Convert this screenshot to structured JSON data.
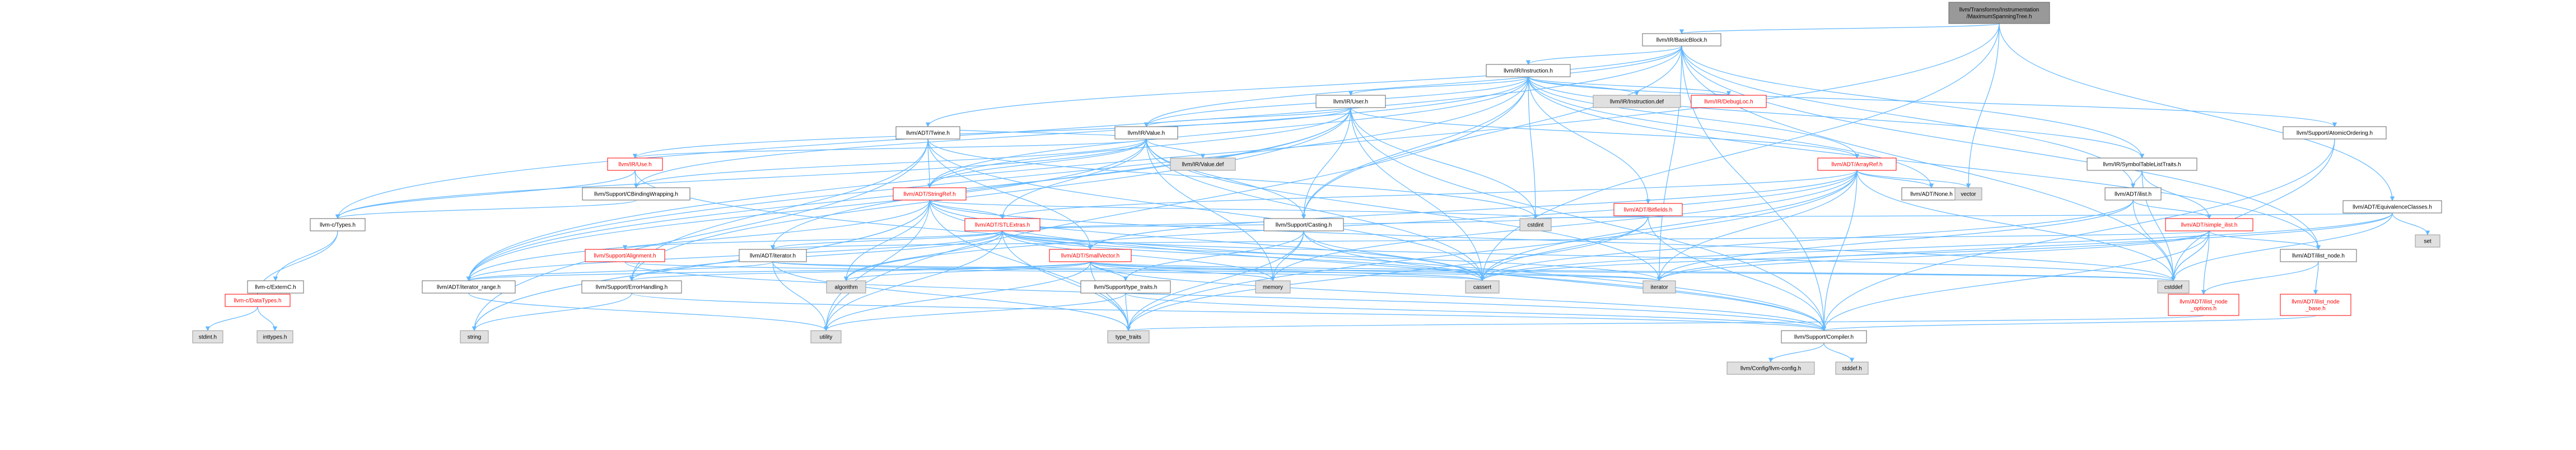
{
  "colors": {
    "edge": "#63b8ff",
    "node_border": "#666666",
    "node_fill": "#ffffff",
    "root_fill": "#999999",
    "root_border": "#666666",
    "system_fill": "#e0e0e0",
    "system_border": "#999999",
    "incomplete_border": "#ff0000",
    "text": "#000000",
    "incomplete_text": "#ff0000"
  },
  "nodes": [
    {
      "id": "root",
      "label": [
        "llvm/Transforms/Instrumentation",
        "/MaximumSpanningTree.h"
      ],
      "kind": "root"
    },
    {
      "id": "bb",
      "label": [
        "llvm/IR/BasicBlock.h"
      ],
      "kind": "normal"
    },
    {
      "id": "inst",
      "label": [
        "llvm/IR/Instruction.h"
      ],
      "kind": "normal"
    },
    {
      "id": "user",
      "label": [
        "llvm/IR/User.h"
      ],
      "kind": "normal"
    },
    {
      "id": "instdef",
      "label": [
        "llvm/IR/Instruction.def"
      ],
      "kind": "system"
    },
    {
      "id": "debugloc",
      "label": [
        "llvm/IR/DebugLoc.h"
      ],
      "kind": "incomplete"
    },
    {
      "id": "atomic",
      "label": [
        "llvm/Support/AtomicOrdering.h"
      ],
      "kind": "normal"
    },
    {
      "id": "twine",
      "label": [
        "llvm/ADT/Twine.h"
      ],
      "kind": "normal"
    },
    {
      "id": "value",
      "label": [
        "llvm/IR/Value.h"
      ],
      "kind": "normal"
    },
    {
      "id": "valuedef",
      "label": [
        "llvm/IR/Value.def"
      ],
      "kind": "system"
    },
    {
      "id": "symtab",
      "label": [
        "llvm/IR/SymbolTableListTraits.h"
      ],
      "kind": "normal"
    },
    {
      "id": "arrayref",
      "label": [
        "llvm/ADT/ArrayRef.h"
      ],
      "kind": "incomplete"
    },
    {
      "id": "ilist",
      "label": [
        "llvm/ADT/ilist.h"
      ],
      "kind": "normal"
    },
    {
      "id": "use",
      "label": [
        "llvm/IR/Use.h"
      ],
      "kind": "incomplete"
    },
    {
      "id": "stringref",
      "label": [
        "llvm/ADT/StringRef.h"
      ],
      "kind": "incomplete"
    },
    {
      "id": "cbind",
      "label": [
        "llvm/Support/CBindingWrapping.h"
      ],
      "kind": "normal"
    },
    {
      "id": "stlextras",
      "label": [
        "llvm/ADT/STLExtras.h"
      ],
      "kind": "incomplete"
    },
    {
      "id": "bitfields",
      "label": [
        "llvm/ADT/Bitfields.h"
      ],
      "kind": "incomplete"
    },
    {
      "id": "none",
      "label": [
        "llvm/ADT/None.h"
      ],
      "kind": "normal"
    },
    {
      "id": "vector",
      "label": [
        "vector"
      ],
      "kind": "system"
    },
    {
      "id": "simpleilist",
      "label": [
        "llvm/ADT/simple_ilist.h"
      ],
      "kind": "incomplete"
    },
    {
      "id": "equiv",
      "label": [
        "llvm/ADT/EquivalenceClasses.h"
      ],
      "kind": "normal"
    },
    {
      "id": "ctypes",
      "label": [
        "llvm-c/Types.h"
      ],
      "kind": "normal"
    },
    {
      "id": "alignment",
      "label": [
        "llvm/Support/Alignment.h"
      ],
      "kind": "incomplete"
    },
    {
      "id": "iterator",
      "label": [
        "llvm/ADT/iterator.h"
      ],
      "kind": "normal"
    },
    {
      "id": "smallvector",
      "label": [
        "llvm/ADT/SmallVector.h"
      ],
      "kind": "incomplete"
    },
    {
      "id": "casting",
      "label": [
        "llvm/Support/Casting.h"
      ],
      "kind": "normal"
    },
    {
      "id": "cstdint",
      "label": [
        "cstdint"
      ],
      "kind": "system"
    },
    {
      "id": "set",
      "label": [
        "set"
      ],
      "kind": "system"
    },
    {
      "id": "ilistnode",
      "label": [
        "llvm/ADT/ilist_node.h"
      ],
      "kind": "normal"
    },
    {
      "id": "cdatatypes",
      "label": [
        "llvm-c/DataTypes.h"
      ],
      "kind": "incomplete"
    },
    {
      "id": "externc",
      "label": [
        "llvm-c/ExternC.h"
      ],
      "kind": "normal"
    },
    {
      "id": "iterrange",
      "label": [
        "llvm/ADT/iterator_range.h"
      ],
      "kind": "normal"
    },
    {
      "id": "errhandling",
      "label": [
        "llvm/Support/ErrorHandling.h"
      ],
      "kind": "normal"
    },
    {
      "id": "algorithm",
      "label": [
        "algorithm"
      ],
      "kind": "system"
    },
    {
      "id": "typetraitsh",
      "label": [
        "llvm/Support/type_traits.h"
      ],
      "kind": "normal"
    },
    {
      "id": "memory",
      "label": [
        "memory"
      ],
      "kind": "system"
    },
    {
      "id": "cassert",
      "label": [
        "cassert"
      ],
      "kind": "system"
    },
    {
      "id": "iteratorstd",
      "label": [
        "iterator"
      ],
      "kind": "system"
    },
    {
      "id": "cstddef",
      "label": [
        "cstddef"
      ],
      "kind": "system"
    },
    {
      "id": "ilistnodeopts",
      "label": [
        "llvm/ADT/ilist_node",
        "_options.h"
      ],
      "kind": "incomplete"
    },
    {
      "id": "ilistnodebase",
      "label": [
        "llvm/ADT/ilist_node",
        "_base.h"
      ],
      "kind": "incomplete"
    },
    {
      "id": "stdint",
      "label": [
        "stdint.h"
      ],
      "kind": "system"
    },
    {
      "id": "inttypes",
      "label": [
        "inttypes.h"
      ],
      "kind": "system"
    },
    {
      "id": "string",
      "label": [
        "string"
      ],
      "kind": "system"
    },
    {
      "id": "utility",
      "label": [
        "utility"
      ],
      "kind": "system"
    },
    {
      "id": "typetraits",
      "label": [
        "type_traits"
      ],
      "kind": "system"
    },
    {
      "id": "compiler",
      "label": [
        "llvm/Support/Compiler.h"
      ],
      "kind": "normal"
    },
    {
      "id": "config",
      "label": [
        "llvm/Config/llvm-config.h"
      ],
      "kind": "system"
    },
    {
      "id": "stddef",
      "label": [
        "stddef.h"
      ],
      "kind": "system"
    }
  ],
  "edges": [
    [
      "root",
      "bb"
    ],
    [
      "root",
      "vector"
    ],
    [
      "root",
      "equiv"
    ],
    [
      "root",
      "iterrange"
    ],
    [
      "root",
      "cassert"
    ],
    [
      "bb",
      "inst"
    ],
    [
      "bb",
      "symtab"
    ],
    [
      "bb",
      "ilist"
    ],
    [
      "bb",
      "twine"
    ],
    [
      "bb",
      "value"
    ],
    [
      "bb",
      "casting"
    ],
    [
      "bb",
      "ilistnode"
    ],
    [
      "bb",
      "ctypes"
    ],
    [
      "bb",
      "cstddef"
    ],
    [
      "bb",
      "iteratorstd"
    ],
    [
      "bb",
      "compiler"
    ],
    [
      "inst",
      "user"
    ],
    [
      "inst",
      "instdef"
    ],
    [
      "inst",
      "debugloc"
    ],
    [
      "inst",
      "atomic"
    ],
    [
      "inst",
      "arrayref"
    ],
    [
      "inst",
      "bitfields"
    ],
    [
      "inst",
      "none"
    ],
    [
      "inst",
      "stringref"
    ],
    [
      "inst",
      "cstdint"
    ],
    [
      "inst",
      "iterrange"
    ],
    [
      "inst",
      "casting"
    ],
    [
      "inst",
      "symtab"
    ],
    [
      "inst",
      "ilistnode"
    ],
    [
      "inst",
      "value"
    ],
    [
      "inst",
      "cbind"
    ],
    [
      "inst",
      "utility"
    ],
    [
      "user",
      "value"
    ],
    [
      "user",
      "use"
    ],
    [
      "user",
      "iterator"
    ],
    [
      "user",
      "stringref"
    ],
    [
      "user",
      "casting"
    ],
    [
      "user",
      "compiler"
    ],
    [
      "user",
      "errhandling"
    ],
    [
      "user",
      "cassert"
    ],
    [
      "user",
      "cstdint"
    ],
    [
      "user",
      "iterrange"
    ],
    [
      "user",
      "arrayref"
    ],
    [
      "twine",
      "smallvector"
    ],
    [
      "twine",
      "stringref"
    ],
    [
      "twine",
      "errhandling"
    ],
    [
      "twine",
      "cassert"
    ],
    [
      "twine",
      "cstdint"
    ],
    [
      "twine",
      "string"
    ],
    [
      "value",
      "ctypes"
    ],
    [
      "value",
      "stlextras"
    ],
    [
      "value",
      "iterrange"
    ],
    [
      "value",
      "use"
    ],
    [
      "value",
      "cbind"
    ],
    [
      "value",
      "casting"
    ],
    [
      "value",
      "valuedef"
    ],
    [
      "value",
      "cassert"
    ],
    [
      "value",
      "iteratorstd"
    ],
    [
      "value",
      "memory"
    ],
    [
      "value",
      "stringref"
    ],
    [
      "value",
      "twine"
    ],
    [
      "symtab",
      "ilist"
    ],
    [
      "symtab",
      "simpleilist"
    ],
    [
      "symtab",
      "cstddef"
    ],
    [
      "arrayref",
      "none"
    ],
    [
      "arrayref",
      "smallvector"
    ],
    [
      "arrayref",
      "stlextras"
    ],
    [
      "arrayref",
      "compiler"
    ],
    [
      "arrayref",
      "algorithm"
    ],
    [
      "arrayref",
      "cassert"
    ],
    [
      "arrayref",
      "cstddef"
    ],
    [
      "arrayref",
      "iteratorstd"
    ],
    [
      "arrayref",
      "memory"
    ],
    [
      "arrayref",
      "typetraits"
    ],
    [
      "arrayref",
      "vector"
    ],
    [
      "ilist",
      "simpleilist"
    ],
    [
      "ilist",
      "cassert"
    ],
    [
      "ilist",
      "cstddef"
    ],
    [
      "ilist",
      "iteratorstd"
    ],
    [
      "use",
      "cbind"
    ],
    [
      "use",
      "compiler"
    ],
    [
      "use",
      "ctypes"
    ],
    [
      "stringref",
      "stlextras"
    ],
    [
      "stringref",
      "iterrange"
    ],
    [
      "stringref",
      "compiler"
    ],
    [
      "stringref",
      "algorithm"
    ],
    [
      "stringref",
      "cassert"
    ],
    [
      "stringref",
      "cstddef"
    ],
    [
      "stringref",
      "cstring"
    ],
    [
      "stringref",
      "limits"
    ],
    [
      "stringref",
      "string"
    ],
    [
      "stringref",
      "typetraits"
    ],
    [
      "stringref",
      "utility"
    ],
    [
      "cbind",
      "ctypes"
    ],
    [
      "stlextras",
      "alignment"
    ],
    [
      "stlextras",
      "iterator"
    ],
    [
      "stlextras",
      "iterrange"
    ],
    [
      "stlextras",
      "errhandling"
    ],
    [
      "stlextras",
      "smallvector"
    ],
    [
      "stlextras",
      "algorithm"
    ],
    [
      "stlextras",
      "cassert"
    ],
    [
      "stlextras",
      "cstddef"
    ],
    [
      "stlextras",
      "cstdint"
    ],
    [
      "stlextras",
      "iteratorstd"
    ],
    [
      "stlextras",
      "memory"
    ],
    [
      "stlextras",
      "typetraits"
    ],
    [
      "stlextras",
      "utility"
    ],
    [
      "stlextras",
      "casting"
    ],
    [
      "bitfields",
      "cassert"
    ],
    [
      "bitfields",
      "cstdint"
    ],
    [
      "bitfields",
      "typetraits"
    ],
    [
      "bitfields",
      "compiler"
    ],
    [
      "simpleilist",
      "iterator"
    ],
    [
      "simpleilist",
      "ilistnode"
    ],
    [
      "simpleilist",
      "ilistnodeopts"
    ],
    [
      "simpleilist",
      "compiler"
    ],
    [
      "simpleilist",
      "cassert"
    ],
    [
      "simpleilist",
      "cstddef"
    ],
    [
      "simpleilist",
      "functional"
    ],
    [
      "simpleilist",
      "iteratorstd"
    ],
    [
      "equiv",
      "cassert"
    ],
    [
      "equiv",
      "cstddef"
    ],
    [
      "equiv",
      "cstdint"
    ],
    [
      "equiv",
      "iteratorstd"
    ],
    [
      "equiv",
      "set"
    ],
    [
      "ctypes",
      "cdatatypes"
    ],
    [
      "ctypes",
      "externc"
    ],
    [
      "alignment",
      "compiler"
    ],
    [
      "alignment",
      "cassert"
    ],
    [
      "iterator",
      "iterrange"
    ],
    [
      "iterator",
      "cstddef"
    ],
    [
      "iterator",
      "iteratorstd"
    ],
    [
      "iterator",
      "typetraits"
    ],
    [
      "iterator",
      "utility"
    ],
    [
      "smallvector",
      "compiler"
    ],
    [
      "smallvector",
      "typetraitsh"
    ],
    [
      "smallvector",
      "algorithm"
    ],
    [
      "smallvector",
      "cassert"
    ],
    [
      "smallvector",
      "cstddef"
    ],
    [
      "smallvector",
      "iteratorstd"
    ],
    [
      "smallvector",
      "memory"
    ],
    [
      "smallvector",
      "iterrange"
    ],
    [
      "smallvector",
      "utility"
    ],
    [
      "smallvector",
      "errhandling"
    ],
    [
      "smallvector",
      "typetraits"
    ],
    [
      "casting",
      "typetraitsh"
    ],
    [
      "casting",
      "cassert"
    ],
    [
      "casting",
      "memory"
    ],
    [
      "casting",
      "compiler"
    ],
    [
      "casting",
      "typetraits"
    ],
    [
      "ilistnode",
      "ilistnodeopts"
    ],
    [
      "ilistnode",
      "ilistnodebase"
    ],
    [
      "ilistnodeopts",
      "typetraits"
    ],
    [
      "ilistnodebase",
      "compiler"
    ],
    [
      "cdatatypes",
      "stdint"
    ],
    [
      "cdatatypes",
      "inttypes"
    ],
    [
      "iterrange",
      "utility"
    ],
    [
      "errhandling",
      "compiler"
    ],
    [
      "errhandling",
      "string"
    ],
    [
      "typetraitsh",
      "compiler"
    ],
    [
      "typetraitsh",
      "typetraits"
    ],
    [
      "typetraitsh",
      "utility"
    ],
    [
      "atomic",
      "compiler"
    ],
    [
      "atomic",
      "cstddef"
    ],
    [
      "compiler",
      "config"
    ],
    [
      "compiler",
      "stddef"
    ]
  ]
}
